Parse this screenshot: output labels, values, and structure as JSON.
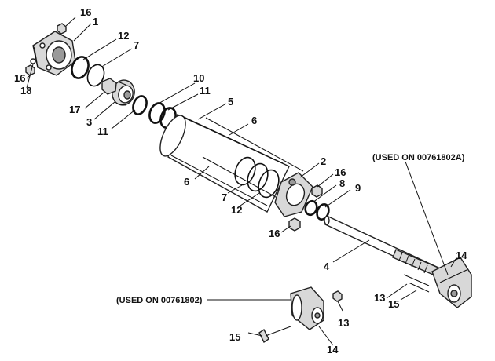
{
  "callouts": {
    "c1": "1",
    "c2": "2",
    "c3": "3",
    "c4": "4",
    "c5": "5",
    "c6a": "6",
    "c6b": "6",
    "c7a": "7",
    "c7b": "7",
    "c8": "8",
    "c9": "9",
    "c10": "10",
    "c11a": "11",
    "c11b": "11",
    "c12a": "12",
    "c12b": "12",
    "c13a": "13",
    "c13b": "13",
    "c14a": "14",
    "c14b": "14",
    "c15a": "15",
    "c15b": "15",
    "c16a": "16",
    "c16b": "16",
    "c16c": "16",
    "c16d": "16",
    "c17": "17",
    "c18": "18"
  },
  "notes": {
    "used_on_a": "(USED ON 00761802A)",
    "used_on": "(USED ON 00761802)"
  }
}
